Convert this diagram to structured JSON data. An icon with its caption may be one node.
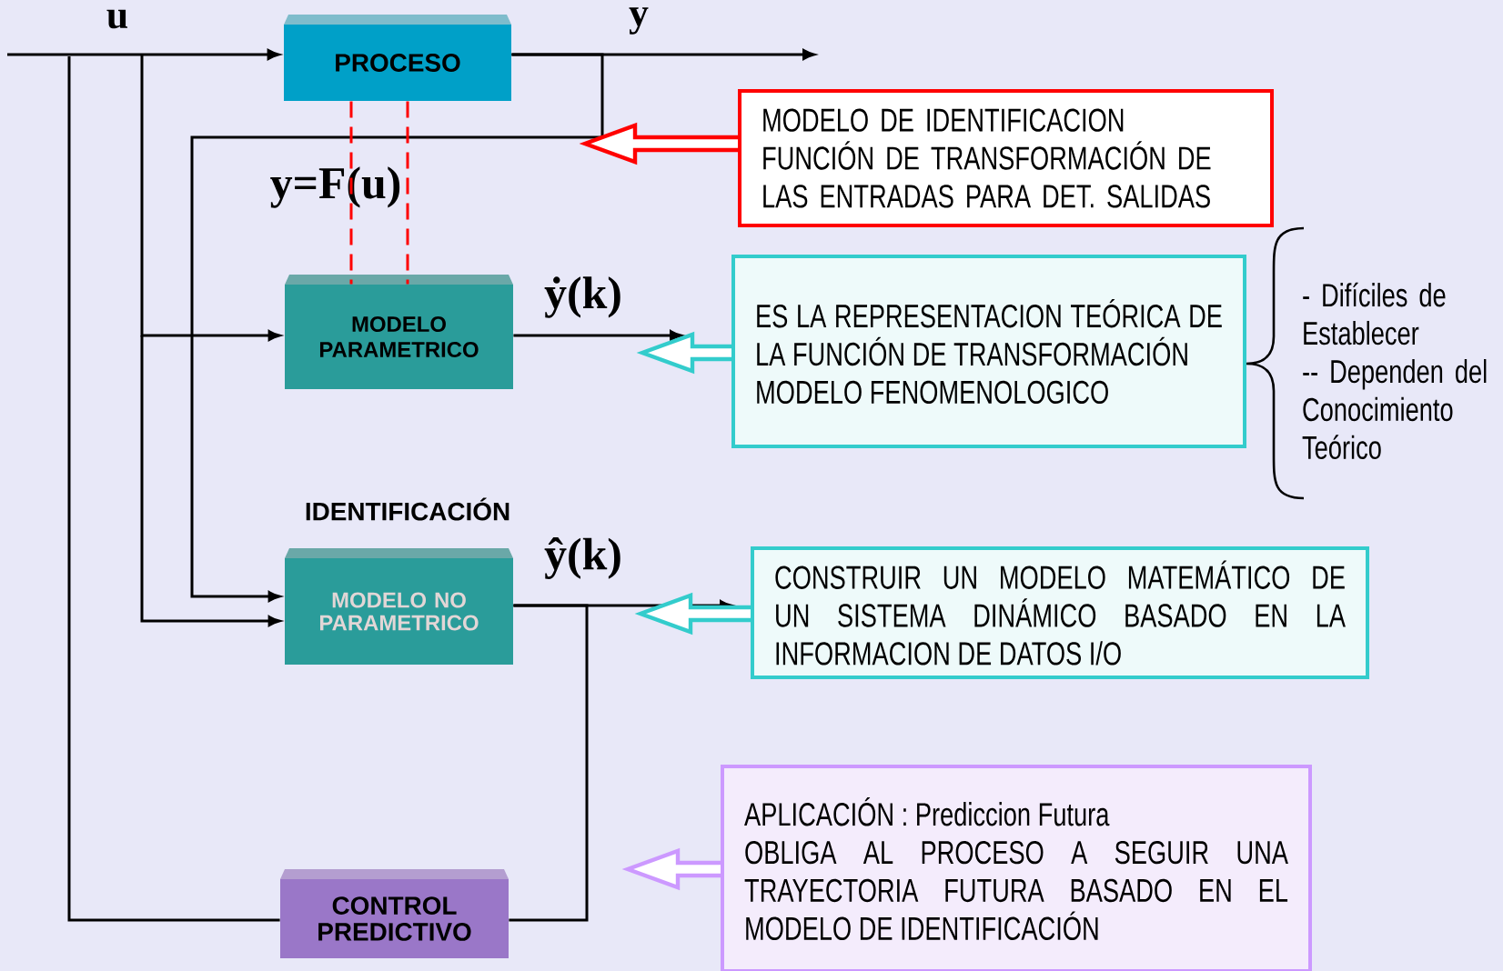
{
  "diagram": {
    "nodes": [
      {
        "text": [
          "PROCESO"
        ]
      },
      {
        "text": [
          "MODELO PARAMETRICO"
        ]
      },
      {
        "text": [
          "MODELO NO PARAMETRICO"
        ]
      },
      {
        "text": [
          "CONTROL PREDICTIVO"
        ]
      },
      {
        "text": [
          "MODELO DE IDENTIFICACION",
          "FUNCIÓN DE  TRANSFORMACIÓN DE LAS ENTRADAS PARA DET. SALIDAS"
        ]
      },
      {
        "text": [
          "ES LA REPRESENTACION TEÓRICA DE LA FUNCIÓN DE TRANSFORMACIÓN",
          "MODELO FENOMENOLOGICO"
        ]
      },
      {
        "text": [
          "CONSTRUIR UN MODELO MATEMÁTICO DE UN SISTEMA DINÁMICO BASADO EN LA INFORMACION DE DATOS I/O"
        ]
      },
      {
        "text": [
          "APLICACIÓN : Prediccion Futura",
          "OBLIGA AL PROCESO A SEGUIR UNA TRAYECTORIA FUTURA BASADO EN EL MODELO DE IDENTIFICACIÓN"
        ]
      }
    ],
    "edges": [
      {
        "from": null,
        "to": 0,
        "arrow": "to"
      },
      {
        "from": null,
        "to": 1,
        "arrow": "to"
      },
      {
        "from": null,
        "to": 2,
        "arrow": "to"
      },
      {
        "from": null,
        "to": 3,
        "arrow": "none"
      },
      {
        "from": 0,
        "to": null,
        "arrow": "to"
      },
      {
        "from": 0,
        "to": 2,
        "arrow": "to"
      },
      {
        "from": 1,
        "to": null,
        "arrow": "to"
      },
      {
        "from": 2,
        "to": null,
        "arrow": "to"
      },
      {
        "from": 2,
        "to": 3,
        "arrow": "none"
      },
      {
        "from": 0,
        "to": 1,
        "arrow": "none",
        "style": "dashed",
        "color": "#ff0000"
      },
      {
        "from": 0,
        "to": 1,
        "arrow": "none",
        "style": "dashed",
        "color": "#ff0000"
      },
      {
        "from": 4,
        "to": null,
        "arrow": "to",
        "style": "thick",
        "color": "#ff0000"
      },
      {
        "from": 5,
        "to": null,
        "arrow": "to",
        "style": "thick",
        "color": "#33cccc"
      },
      {
        "from": 6,
        "to": null,
        "arrow": "to",
        "style": "thick",
        "color": "#33cccc"
      },
      {
        "from": 7,
        "to": null,
        "arrow": "to",
        "style": "thick",
        "color": "#cc99ff"
      }
    ],
    "labels": [
      "u",
      "y",
      "y=F(u)",
      "ẏ(k)",
      "- Difíciles de Establecer",
      "-- Dependen del Conocimiento Teórico",
      "IDENTIFICACIÓN",
      "ŷ(k)"
    ]
  }
}
